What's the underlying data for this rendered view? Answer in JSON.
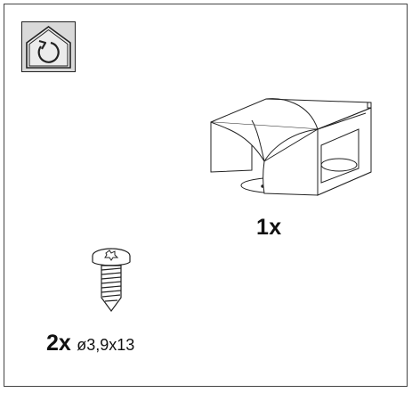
{
  "parts": {
    "duct_connector": {
      "quantity_label": "1x"
    },
    "screw": {
      "quantity_label": "2x",
      "size_label": "ø3,9x13"
    }
  },
  "badge": {
    "icon": "recirculation-house-icon"
  }
}
